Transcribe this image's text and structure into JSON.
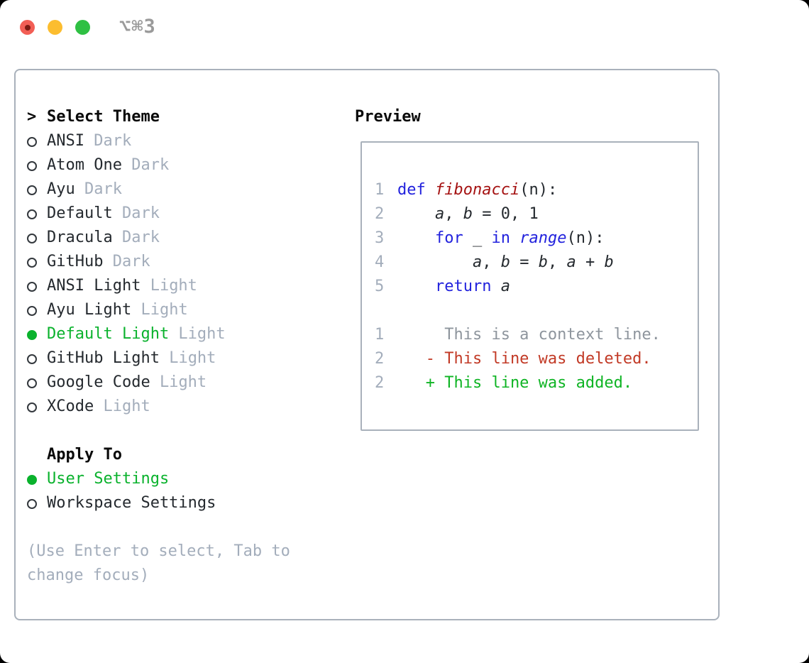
{
  "titlebar": {
    "shortcut": "⌥⌘3"
  },
  "panel": {
    "theme_picker": {
      "prompt": ">",
      "title": "Select Theme",
      "items": [
        {
          "name": "ANSI",
          "variant": "Dark",
          "selected": false
        },
        {
          "name": "Atom One",
          "variant": "Dark",
          "selected": false
        },
        {
          "name": "Ayu",
          "variant": "Dark",
          "selected": false
        },
        {
          "name": "Default",
          "variant": "Dark",
          "selected": false
        },
        {
          "name": "Dracula",
          "variant": "Dark",
          "selected": false
        },
        {
          "name": "GitHub",
          "variant": "Dark",
          "selected": false
        },
        {
          "name": "ANSI Light",
          "variant": "Light",
          "selected": false
        },
        {
          "name": "Ayu Light",
          "variant": "Light",
          "selected": false
        },
        {
          "name": "Default Light",
          "variant": "Light",
          "selected": true
        },
        {
          "name": "GitHub Light",
          "variant": "Light",
          "selected": false
        },
        {
          "name": "Google Code",
          "variant": "Light",
          "selected": false
        },
        {
          "name": "XCode",
          "variant": "Light",
          "selected": false
        }
      ]
    },
    "apply_to": {
      "title": "Apply To",
      "options": [
        {
          "label": "User Settings",
          "selected": true
        },
        {
          "label": "Workspace Settings",
          "selected": false
        }
      ]
    },
    "hint": "(Use Enter to select, Tab to change focus)",
    "preview": {
      "title": "Preview",
      "lines": [
        {
          "num": "1",
          "parts": [
            {
              "t": "def",
              "c": "kw"
            },
            {
              "t": " "
            },
            {
              "t": "fibonacci",
              "c": "fn"
            },
            {
              "t": "(n):"
            }
          ]
        },
        {
          "num": "2",
          "parts": [
            {
              "t": "    "
            },
            {
              "t": "a",
              "c": "var"
            },
            {
              "t": ", "
            },
            {
              "t": "b",
              "c": "var"
            },
            {
              "t": " = 0, 1"
            }
          ]
        },
        {
          "num": "3",
          "parts": [
            {
              "t": "    "
            },
            {
              "t": "for",
              "c": "kw"
            },
            {
              "t": " _ "
            },
            {
              "t": "in",
              "c": "kw"
            },
            {
              "t": " "
            },
            {
              "t": "range",
              "c": "bi"
            },
            {
              "t": "(n):"
            }
          ]
        },
        {
          "num": "4",
          "parts": [
            {
              "t": "        "
            },
            {
              "t": "a",
              "c": "var"
            },
            {
              "t": ", "
            },
            {
              "t": "b",
              "c": "var"
            },
            {
              "t": " = "
            },
            {
              "t": "b",
              "c": "var"
            },
            {
              "t": ", "
            },
            {
              "t": "a",
              "c": "var"
            },
            {
              "t": " + "
            },
            {
              "t": "b",
              "c": "var"
            }
          ]
        },
        {
          "num": "5",
          "parts": [
            {
              "t": "    "
            },
            {
              "t": "return",
              "c": "kw"
            },
            {
              "t": " "
            },
            {
              "t": "a",
              "c": "var"
            }
          ]
        },
        {
          "num": "",
          "parts": []
        },
        {
          "num": "1",
          "parts": [
            {
              "t": "     This is a context line.",
              "c": "ctx"
            }
          ]
        },
        {
          "num": "2",
          "parts": [
            {
              "t": "   - This line was deleted.",
              "c": "del"
            }
          ]
        },
        {
          "num": "2",
          "parts": [
            {
              "t": "   + This line was added.",
              "c": "add"
            }
          ]
        }
      ]
    }
  },
  "colors": {
    "text": "#24292e",
    "muted_gray": "#a3adbb",
    "heading": "#0a0a0a",
    "accent_green": "#0ab22d",
    "keyword_blue": "#2222dd",
    "function_red": "#a51212",
    "context_gray": "#8e959d",
    "deleted_red": "#c23a26",
    "added_green": "#0fb424",
    "border_gray": "#a9b1bb",
    "title_gray": "#9a9a9a",
    "traffic_close": "#f25e55",
    "traffic_close_dot": "#7c1a12",
    "traffic_minimize": "#fcbd2f",
    "traffic_zoom": "#2fc043"
  }
}
